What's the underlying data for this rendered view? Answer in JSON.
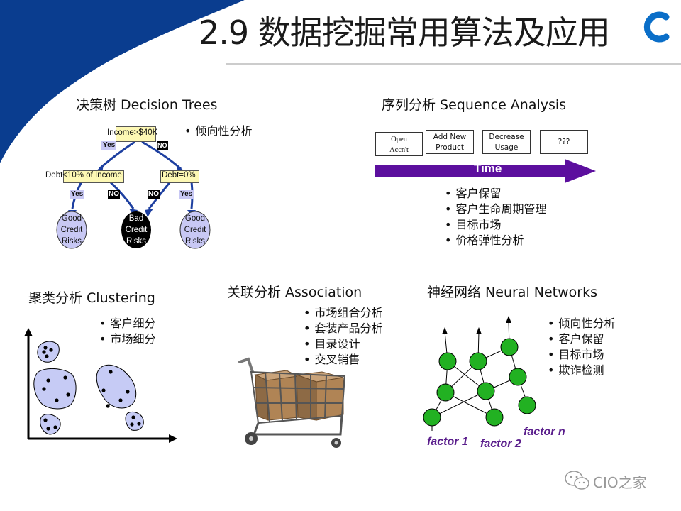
{
  "title": "2.9 数据挖掘常用算法及应用",
  "colors": {
    "accent_blue": "#0a3d8f",
    "time_arrow": "#5c0f9e",
    "factor_text": "#5a1e8c",
    "node_green": "#22b122",
    "tree_yellow": "#fdf8b4"
  },
  "decision_tree": {
    "heading": "决策树 Decision Trees",
    "root": "Income>$40K",
    "left_node": "Debt<10% of Income",
    "right_node": "Debt=0%",
    "edge_labels": {
      "yes_top": "Yes",
      "no_top": "NO",
      "yes_ll": "Yes",
      "no_lr": "NO",
      "no_rl": "NO",
      "yes_rr": "Yes"
    },
    "leaves": [
      [
        "Good",
        "Credit",
        "Risks"
      ],
      [
        "Bad",
        "Credit",
        "Risks"
      ],
      [
        "Good",
        "Credit",
        "Risks"
      ]
    ],
    "bullets": [
      "倾向性分析"
    ]
  },
  "sequence": {
    "heading": "序列分析 Sequence Analysis",
    "boxes": [
      [
        "Open",
        "Accn't"
      ],
      [
        "Add New",
        "Product"
      ],
      [
        "Decrease",
        "Usage"
      ],
      [
        "???"
      ]
    ],
    "arrow_label": "Time",
    "bullets": [
      "客户保留",
      "客户生命周期管理",
      "目标市场",
      "价格弹性分析"
    ]
  },
  "clustering": {
    "heading": "聚类分析 Clustering",
    "bullets": [
      "客户细分",
      "市场细分"
    ]
  },
  "association": {
    "heading": "关联分析 Association",
    "bullets": [
      "市场组合分析",
      "套装产品分析",
      "目录设计",
      "交叉销售"
    ]
  },
  "neural": {
    "heading": "神经网络 Neural Networks",
    "bullets": [
      "倾向性分析",
      "客户保留",
      "目标市场",
      "欺诈检测"
    ],
    "factors": [
      "factor 1",
      "factor 2",
      "factor n"
    ]
  },
  "watermark": "CIO之家"
}
